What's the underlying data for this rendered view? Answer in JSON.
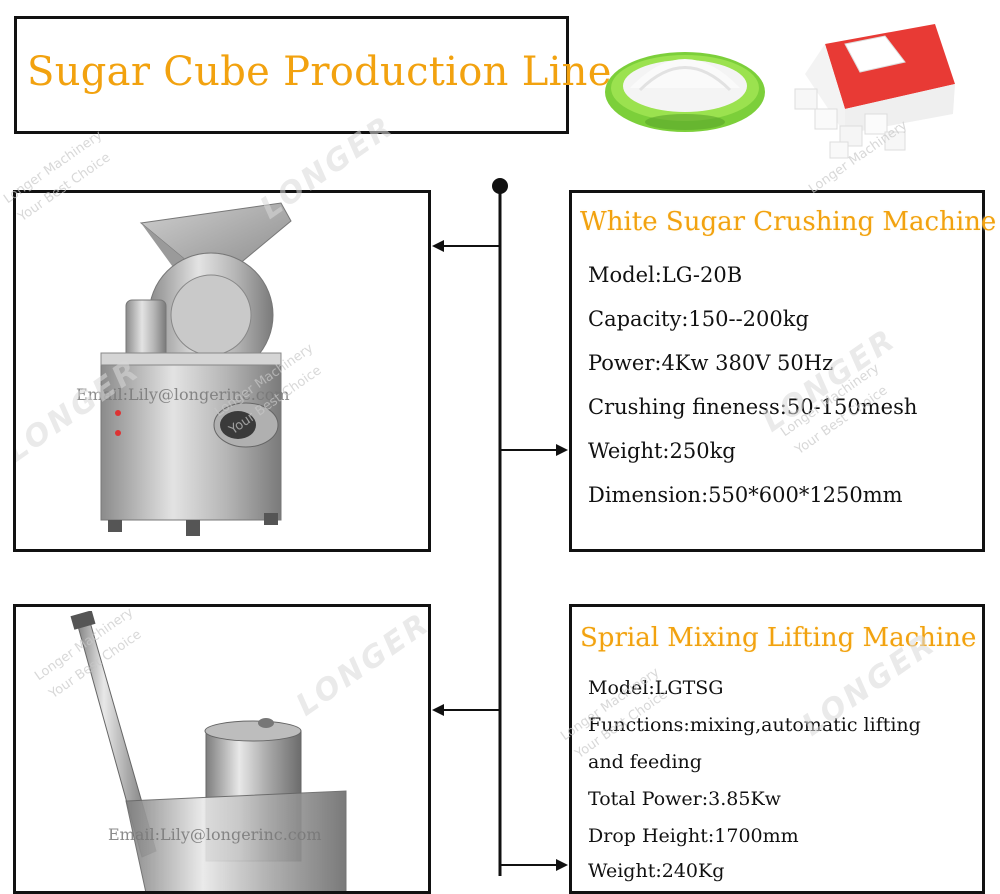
{
  "header": {
    "title": "Sugar Cube Production Line"
  },
  "machines": [
    {
      "title": "White Sugar Crushing Machine",
      "email": "Email:Lily@longerinc.com",
      "specs": [
        "Model:LG-20B",
        "Capacity:150--200kg",
        "Power:4Kw  380V 50Hz",
        "Crushing fineness:50-150mesh",
        "Weight:250kg",
        "Dimension:550*600*1250mm"
      ]
    },
    {
      "title": "Sprial Mixing Lifting Machine",
      "email": "Email:Lily@longerinc.com",
      "specs": [
        "Model:LGTSG",
        "Functions:mixing,automatic lifting",
        "and feeding",
        "Total Power:3.85Kw",
        "Drop Height:1700mm",
        "Weight:240Kg"
      ]
    }
  ],
  "watermarks": {
    "brand": "LONGER",
    "line1": "Longer Machinery",
    "line2": "Your Best Choice"
  },
  "colors": {
    "title": "#f2a20f",
    "border": "#111111",
    "text": "#111111"
  }
}
